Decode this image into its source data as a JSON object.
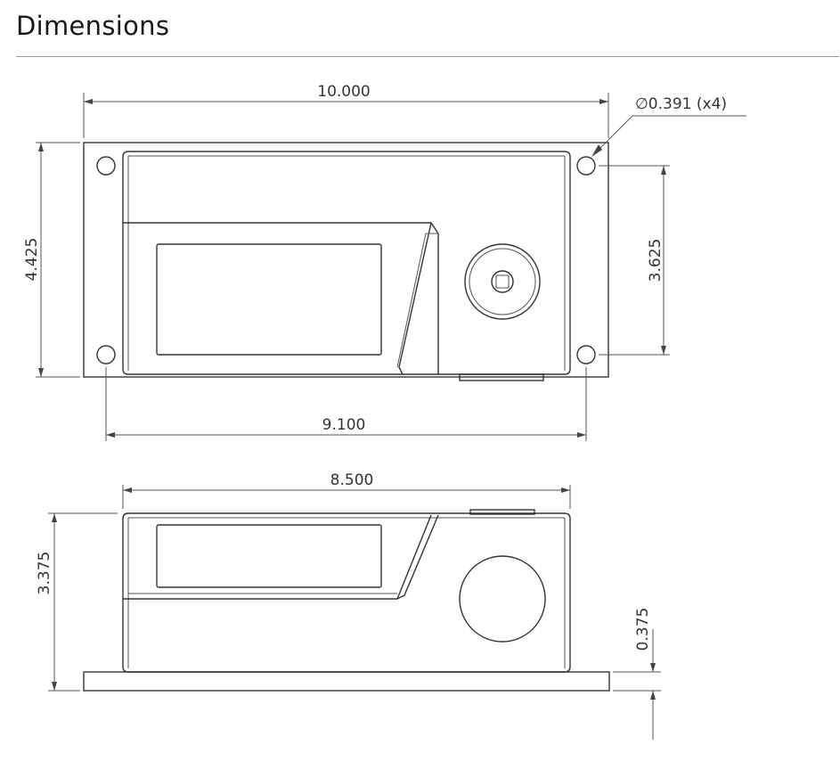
{
  "title": "Dimensions",
  "top_view": {
    "overall_width": "10.000",
    "hole_diameter": "∅0.391 (x4)",
    "overall_height": "4.425",
    "hole_vertical_spacing": "3.625",
    "hole_horizontal_spacing": "9.100"
  },
  "front_view": {
    "body_width": "8.500",
    "total_height": "3.375",
    "base_thickness": "0.375"
  }
}
